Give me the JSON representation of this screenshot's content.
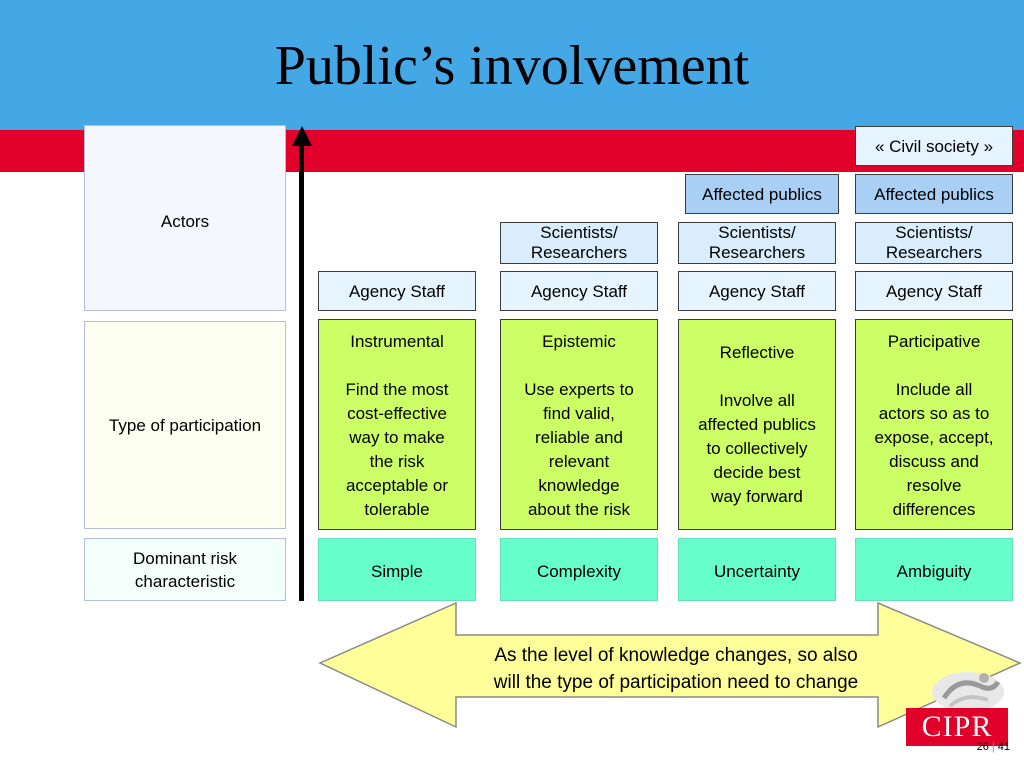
{
  "slide": {
    "title": "Public’s involvement"
  },
  "row_labels": {
    "actors": "Actors",
    "type": "Type of participation",
    "risk_line1": "Dominant risk",
    "risk_line2": "characteristic"
  },
  "actors": {
    "civil_society": "« Civil society »",
    "affected_publics": "Affected publics",
    "scientists_line1": "Scientists/",
    "scientists_line2": "Researchers",
    "agency_staff": "Agency Staff"
  },
  "participation": [
    {
      "name": "Instrumental",
      "lines": [
        "Find the most",
        "cost-effective",
        "way to make",
        "the risk",
        "acceptable or",
        "tolerable"
      ]
    },
    {
      "name": "Epistemic",
      "lines": [
        "Use experts to",
        "find valid,",
        "reliable and",
        "relevant",
        "knowledge",
        "about the risk"
      ]
    },
    {
      "name": "Reflective",
      "lines": [
        "Involve all",
        "affected publics",
        "to collectively",
        "decide best",
        "way forward"
      ]
    },
    {
      "name": "Participative",
      "lines": [
        "Include all",
        "actors so as to",
        "expose, accept,",
        "discuss and",
        "resolve",
        "differences"
      ]
    }
  ],
  "risk": [
    "Simple",
    "Complexity",
    "Uncertainty",
    "Ambiguity"
  ],
  "arrow_text": {
    "line1": "As the level of knowledge changes, so also",
    "line2": "will the type of participation need to change"
  },
  "footer": {
    "logo": "CIPR",
    "page": "26",
    "total": "41"
  },
  "colors": {
    "header_blue": "#45a8e6",
    "header_red": "#e0002a",
    "participation_green": "#ccff66",
    "risk_teal": "#66ffcc",
    "arrow_yellow": "#ffff99"
  }
}
